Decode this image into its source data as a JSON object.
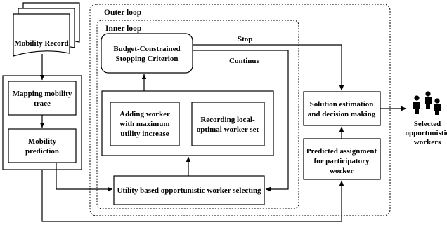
{
  "diagram": {
    "outer_loop_label": "Outer loop",
    "inner_loop_label": "Inner loop",
    "mobility_record": "Mobility Record",
    "mapping_trace": [
      "Mapping mobility",
      "trace"
    ],
    "mobility_prediction": [
      "Mobility",
      "prediction"
    ],
    "budget_criterion": [
      "Budget-Constrained",
      "Stopping Criterion"
    ],
    "adding_worker": [
      "Adding worker",
      "with maximum",
      "utility increase"
    ],
    "recording_set": [
      "Recording local-",
      "optimal worker set"
    ],
    "utility_selecting": "Utility based opportunistic worker selecting",
    "stop_label": "Stop",
    "continue_label": "Continue",
    "solution_estimation": [
      "Solution estimation",
      "and decision making"
    ],
    "predicted_assignment": [
      "Predicted assignment",
      "for participatory",
      "worker"
    ],
    "selected_workers": [
      "Selected",
      "opportunistic",
      "workers"
    ],
    "people_icon": "group-of-people-icon"
  }
}
